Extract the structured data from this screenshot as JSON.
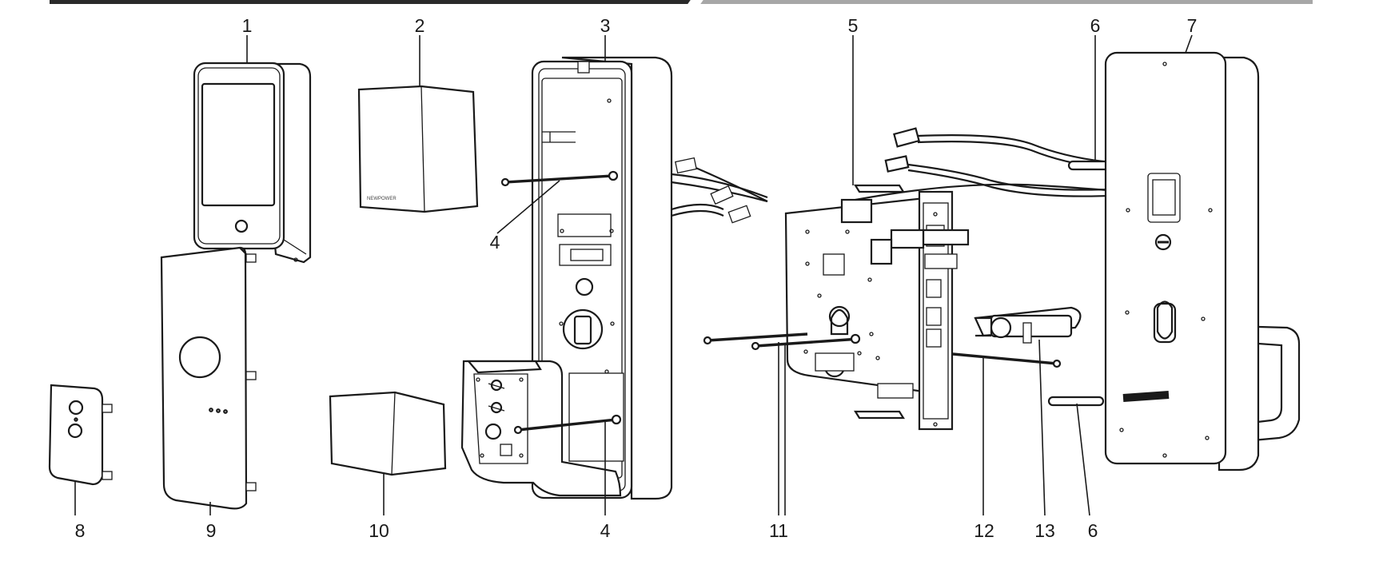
{
  "callouts": {
    "c1": "1",
    "c2": "2",
    "c3": "3",
    "c4_top": "4",
    "c4_bottom": "4",
    "c5": "5",
    "c6_top": "6",
    "c6_bottom": "6",
    "c7": "7",
    "c8": "8",
    "c9": "9",
    "c10": "10",
    "c11": "11",
    "c12": "12",
    "c13": "13"
  },
  "battery_brand": "NEWPOWER",
  "colors": {
    "line": "#1a1a1a",
    "header_dark": "#2a2a2a",
    "header_light": "#a7a7a7",
    "background": "#ffffff"
  }
}
